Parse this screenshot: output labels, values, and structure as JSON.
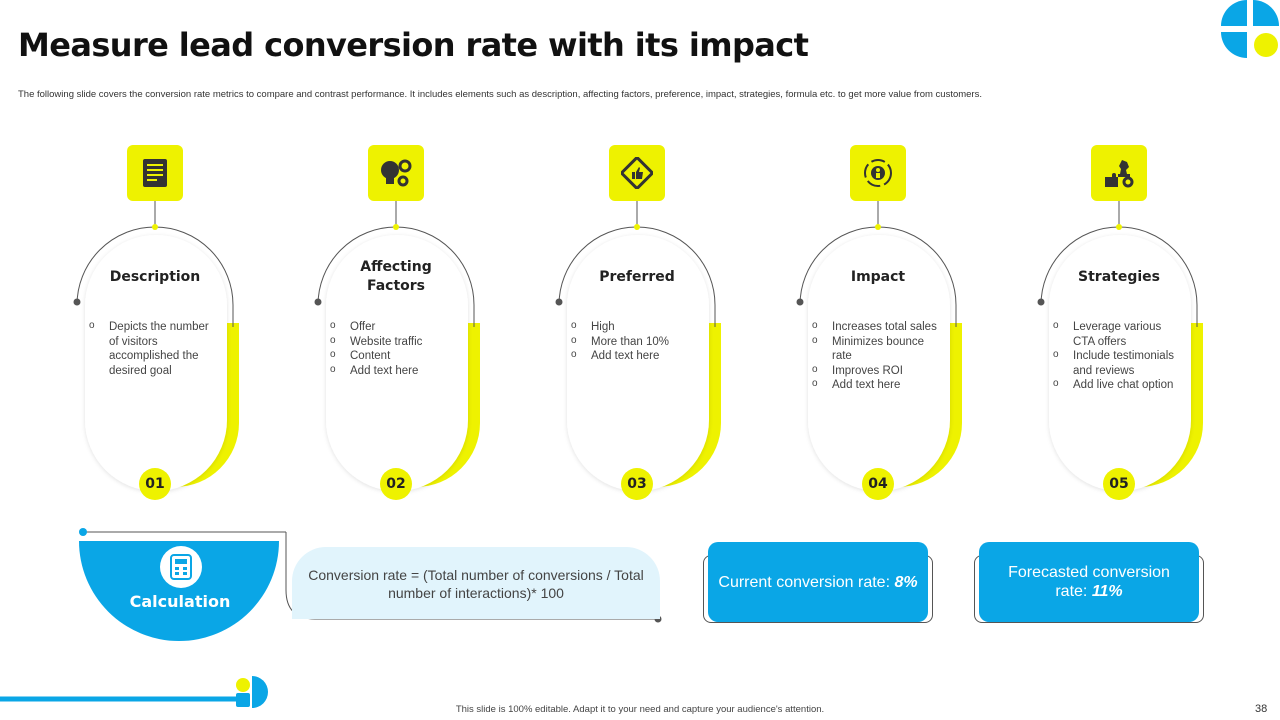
{
  "header": {
    "title": "Measure lead conversion rate with its impact",
    "subtitle": "The following slide covers the conversion rate metrics to compare and contrast performance. It includes elements such as description, affecting factors, preference, impact, strategies, formula etc. to get more value from customers."
  },
  "colors": {
    "accent_yellow": "#EEF200",
    "accent_blue": "#0AA6E6",
    "light_blue": "#E1F4FC"
  },
  "cards": [
    {
      "number": "01",
      "title": "Description",
      "icon": "document-icon",
      "items": [
        "Depicts the number of visitors accomplished the desired goal"
      ]
    },
    {
      "number": "02",
      "title": "Affecting Factors",
      "icon": "lightbulb-gears-icon",
      "items": [
        "Offer",
        "Website traffic",
        "Content",
        "Add text here"
      ]
    },
    {
      "number": "03",
      "title": "Preferred",
      "icon": "thumbs-up-diamond-icon",
      "items": [
        "High",
        "More than 10%",
        "Add text here"
      ]
    },
    {
      "number": "04",
      "title": "Impact",
      "icon": "target-people-icon",
      "items": [
        "Increases total sales",
        "Minimizes bounce rate",
        "Improves ROI",
        "Add text here"
      ]
    },
    {
      "number": "05",
      "title": "Strategies",
      "icon": "chess-puzzle-icon",
      "items": [
        "Leverage various CTA offers",
        "Include testimonials and reviews",
        "Add live chat option"
      ]
    }
  ],
  "calculation": {
    "label": "Calculation",
    "icon": "calculator-icon",
    "formula": "Conversion rate = (Total number of conversions / Total number of interactions)* 100"
  },
  "current_rate": {
    "label": "Current conversion rate: ",
    "value": "8%"
  },
  "forecasted_rate": {
    "label": "Forecasted conversion rate: ",
    "value": "11%"
  },
  "footer": {
    "note": "This slide is 100% editable. Adapt it to your need and capture your audience's attention.",
    "page_number": "38"
  }
}
